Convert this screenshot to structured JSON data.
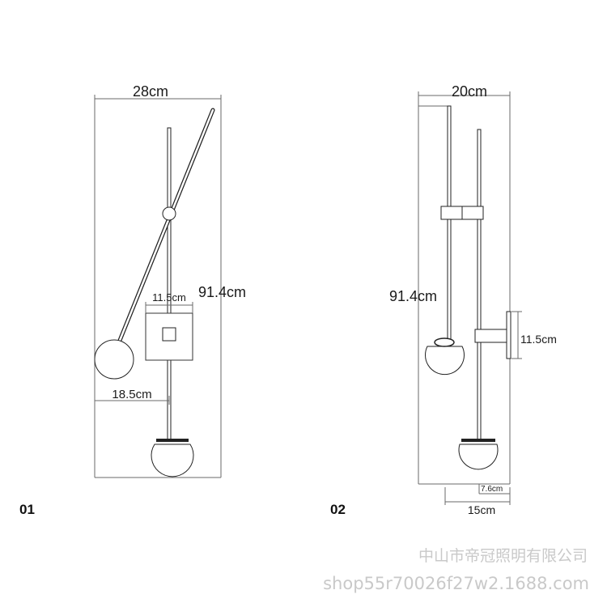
{
  "diagram_01": {
    "label": "01",
    "dim_width": "28cm",
    "dim_height": "91.4cm",
    "dim_plate": "11.5cm",
    "dim_reach": "18.5cm"
  },
  "diagram_02": {
    "label": "02",
    "dim_width": "20cm",
    "dim_height": "91.4cm",
    "dim_plate": "11.5cm",
    "dim_depth": "7.6cm",
    "dim_base": "15cm"
  },
  "watermark": {
    "company": "中山市帝冠照明有限公司",
    "shop": "shop55r70026f27w2.1688.com"
  }
}
